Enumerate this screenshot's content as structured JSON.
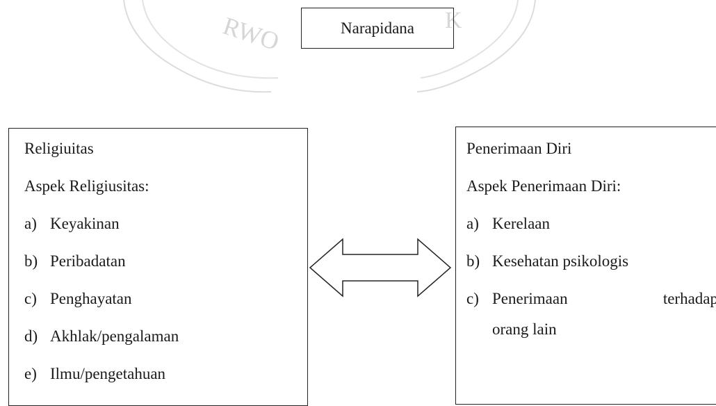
{
  "watermark": {
    "text": "RWO"
  },
  "top_box": {
    "label": "Narapidana"
  },
  "left_box": {
    "title": "Religiuitas",
    "subtitle": "Aspek Religiusitas:",
    "items": [
      {
        "marker": "a)",
        "text": "Keyakinan"
      },
      {
        "marker": "b)",
        "text": "Peribadatan"
      },
      {
        "marker": "c)",
        "text": "Penghayatan"
      },
      {
        "marker": "d)",
        "text": "Akhlak/pengalaman"
      },
      {
        "marker": "e)",
        "text": "Ilmu/pengetahuan"
      }
    ]
  },
  "right_box": {
    "title": "Penerimaan Diri",
    "subtitle": "Aspek Penerimaan Diri:",
    "items": [
      {
        "marker": "a)",
        "text": "Kerelaan"
      },
      {
        "marker": "b)",
        "text": "Kesehatan psikologis"
      },
      {
        "marker": "c)",
        "word1": "Penerimaan",
        "word2": "terhadap",
        "continuation": "orang lain"
      }
    ]
  },
  "colors": {
    "stroke": "#222222",
    "text": "#1a1a1a",
    "watermark": "#d9d9d9"
  }
}
